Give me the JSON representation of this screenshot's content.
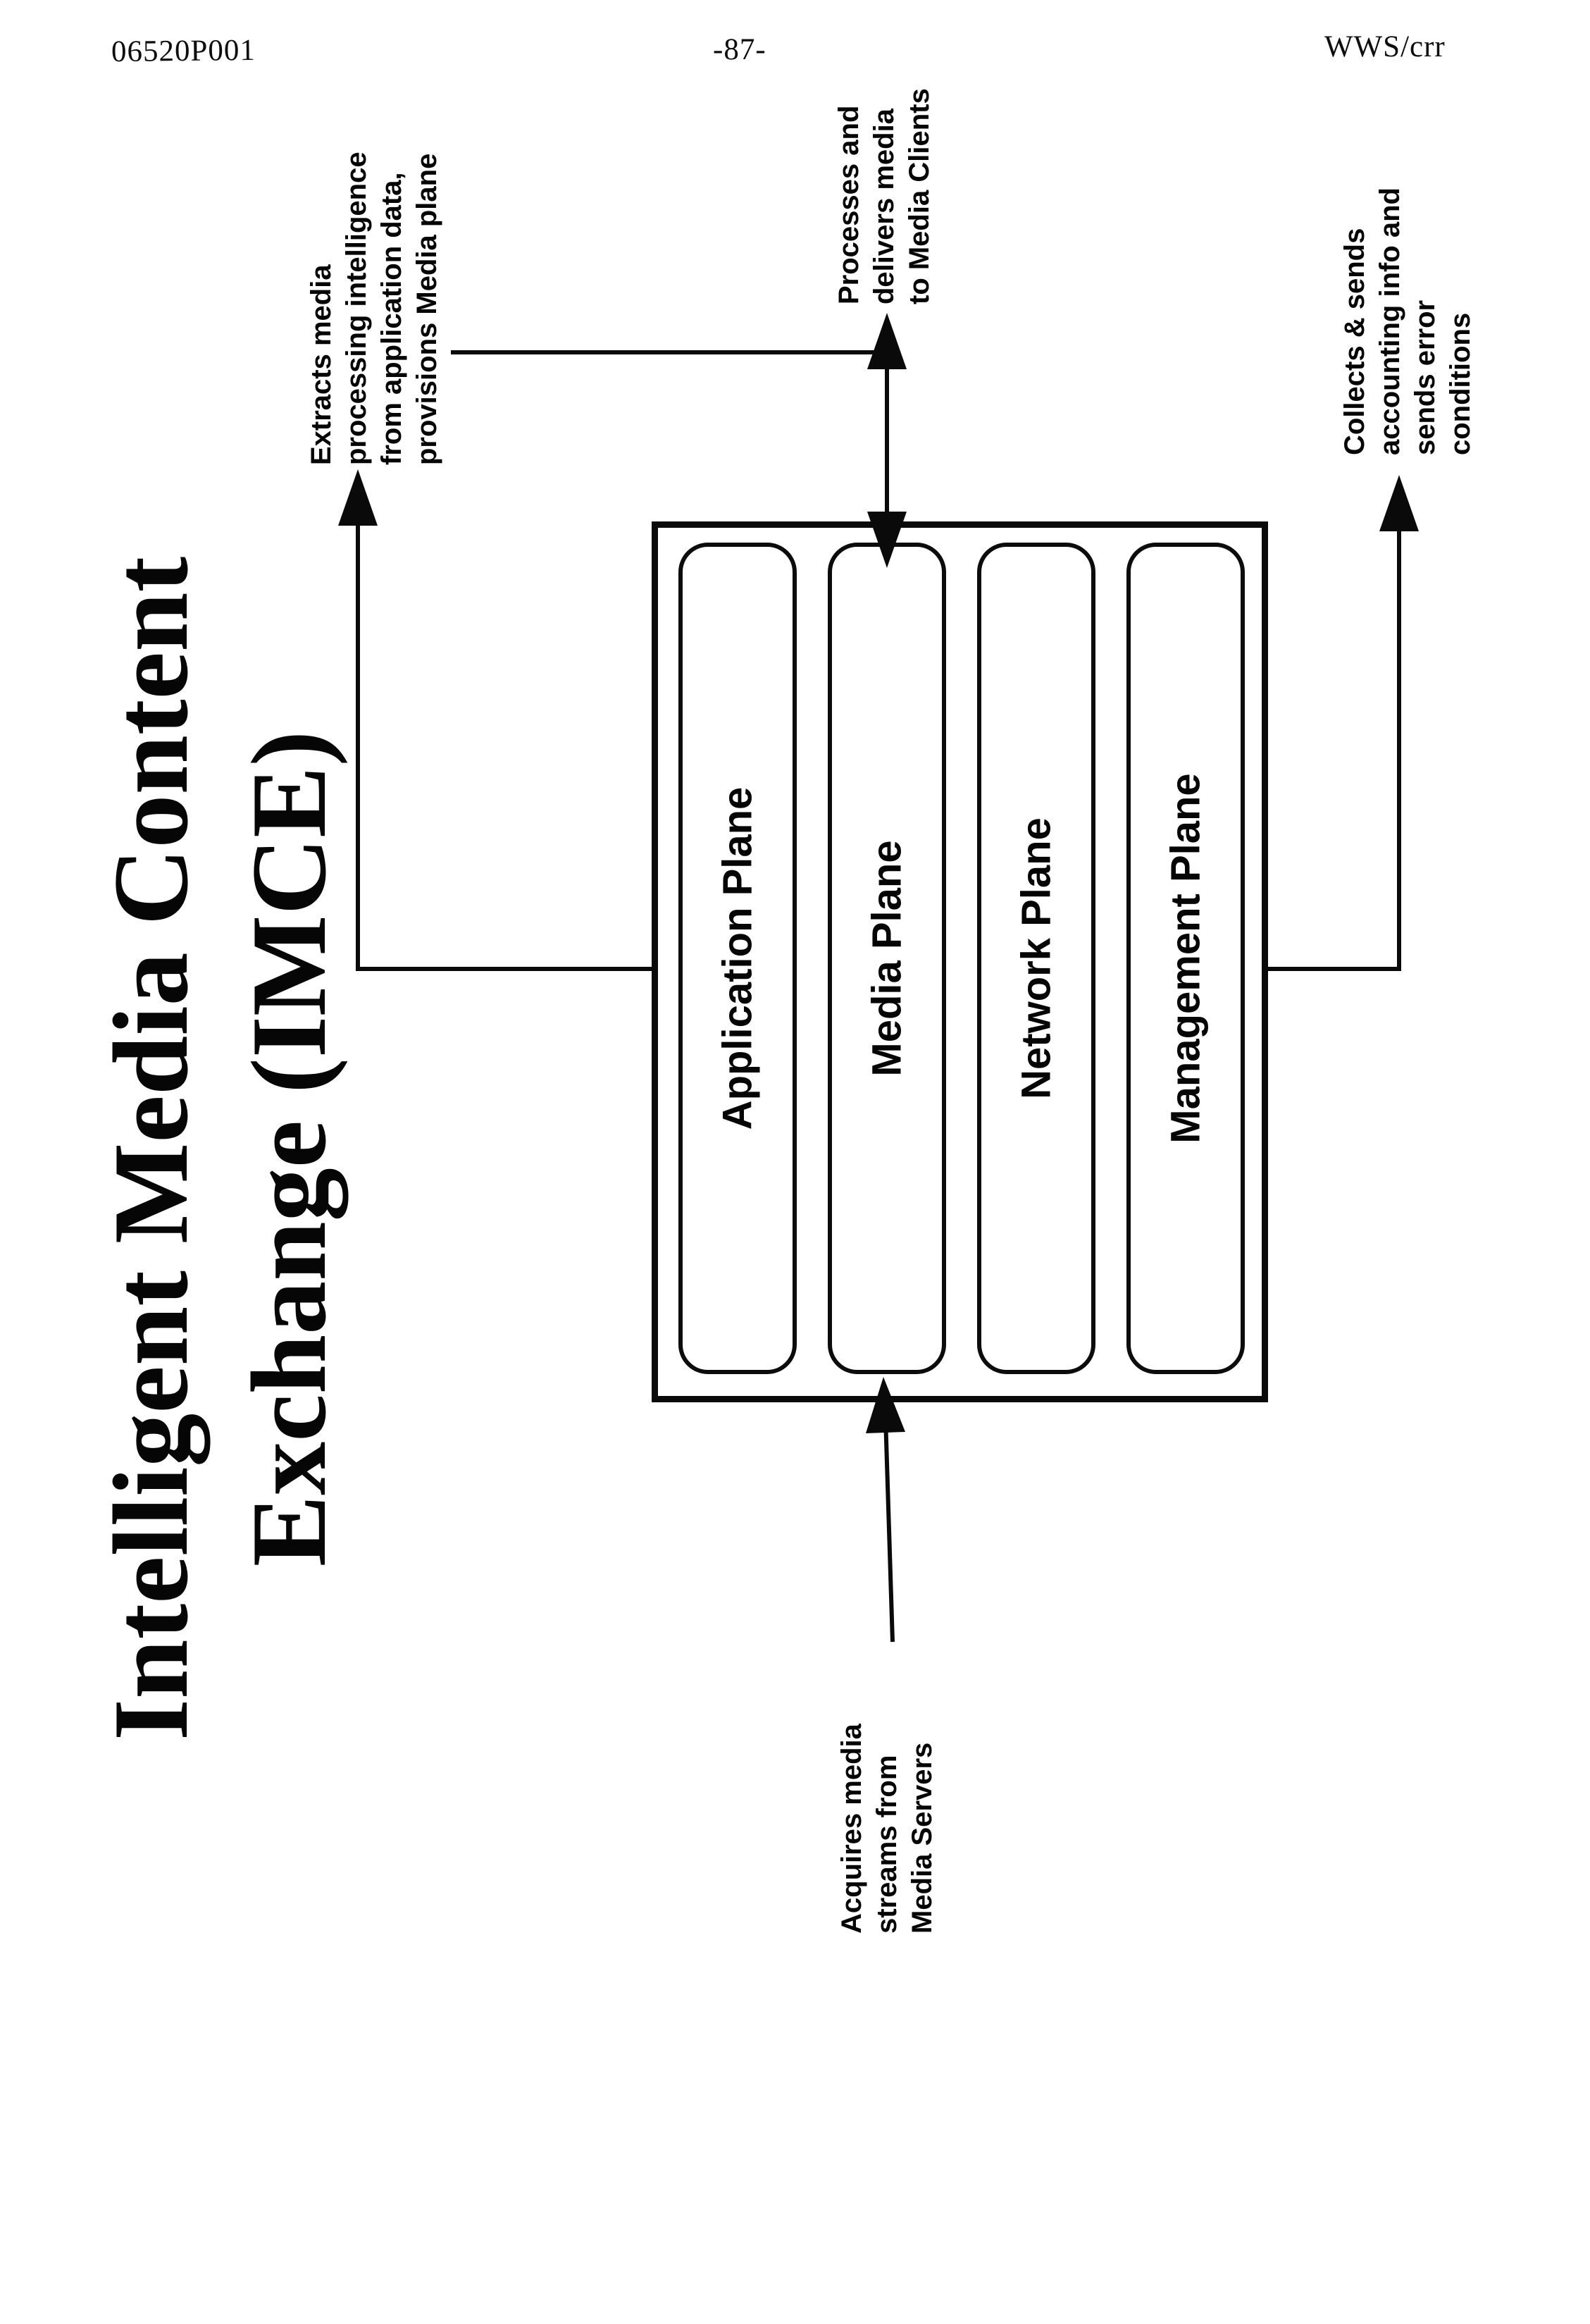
{
  "header": {
    "document_number": "06520P001",
    "page_number": "-87-",
    "attorney_initials": "WWS/crr"
  },
  "title": {
    "line1": "Intelligent Media Content",
    "line2": "Exchange (IMCE)"
  },
  "diagram": {
    "planes": [
      {
        "label": "Application Plane"
      },
      {
        "label": "Media Plane"
      },
      {
        "label": "Network Plane"
      },
      {
        "label": "Management Plane"
      }
    ],
    "annotations": {
      "extracts": {
        "lines": [
          "Extracts media",
          "processing intelligence",
          "from application data,",
          "provisions Media plane"
        ]
      },
      "delivers": {
        "lines": [
          "Processes and",
          "delivers media",
          "to Media Clients"
        ]
      },
      "collects": {
        "lines": [
          "Collects & sends",
          "accounting info and",
          "sends error",
          "conditions"
        ]
      },
      "acquires": {
        "lines": [
          "Acquires media",
          "streams from",
          "Media Servers"
        ]
      }
    },
    "colors": {
      "ink": "#0a0a0a",
      "paper": "#ffffff"
    }
  }
}
